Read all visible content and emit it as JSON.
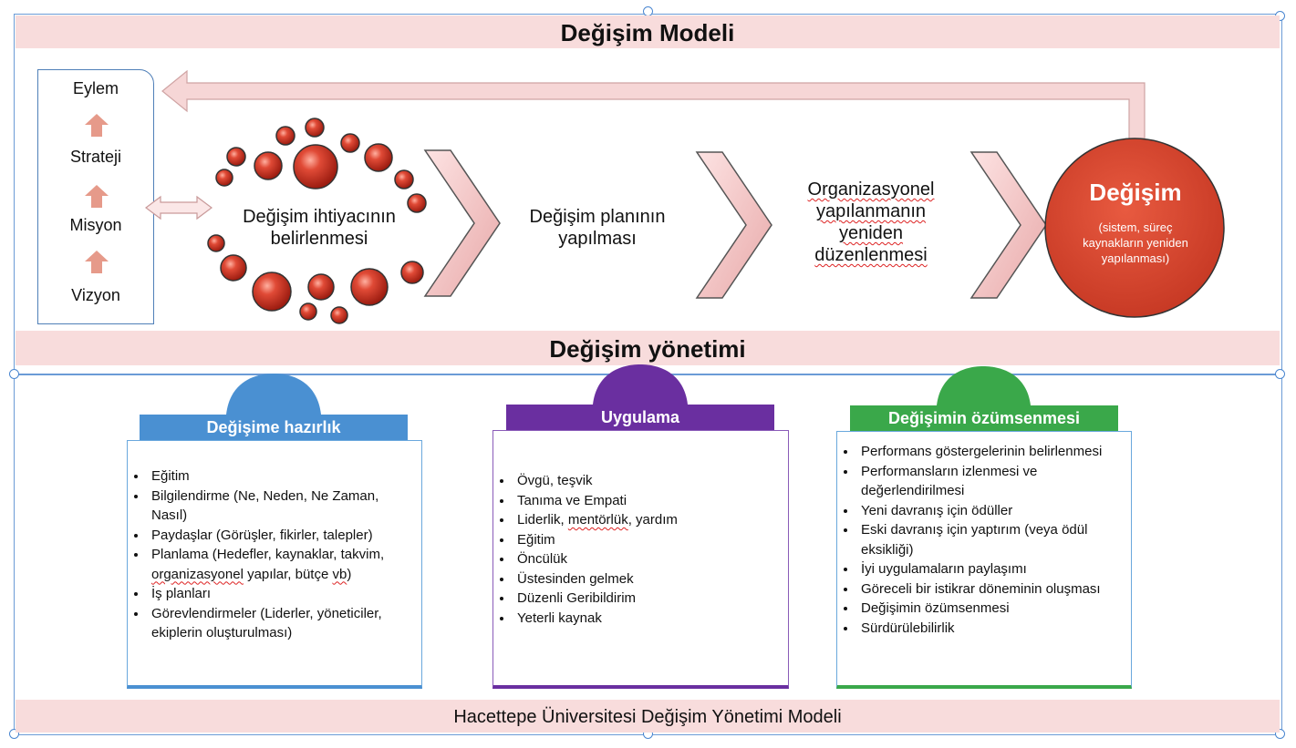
{
  "model_title": "Değişim Modeli",
  "ladder": {
    "items": [
      "Eylem",
      "Strateji",
      "Misyon",
      "Vizyon"
    ]
  },
  "stages": {
    "need": "Değişim ihtiyacının belirlenmesi",
    "plan": "Değişim planının yapılması",
    "restructure": "Organizasyonel yapılanmanın yeniden düzenlenmesi"
  },
  "change_circle": {
    "title": "Değişim",
    "subtitle": "(sistem, süreç kaynakların yeniden yapılanması)"
  },
  "management_title": "Değişim yönetimi",
  "cards": {
    "readiness": {
      "header": "Değişime hazırlık",
      "color": "#4a90d2",
      "items": [
        "Eğitim",
        "Bilgilendirme (Ne, Neden, Ne Zaman, Nasıl)",
        "Paydaşlar (Görüşler, fikirler, talepler)",
        "Planlama (Hedefler, kaynaklar, takvim, organizasyonel yapılar, bütçe vb)",
        "İş planları",
        "Görevlendirmeler (Liderler, yöneticiler, ekiplerin oluşturulması)"
      ]
    },
    "implementation": {
      "header": "Uygulama",
      "color": "#6a2fa0",
      "items": [
        "Övgü, teşvik",
        "Tanıma ve Empati",
        "Liderlik, mentörlük, yardım",
        "Eğitim",
        "Öncülük",
        "Üstesinden gelmek",
        "Düzenli Geribildirim",
        "Yeterli kaynak"
      ]
    },
    "internalization": {
      "header": "Değişimin özümsenmesi",
      "color": "#3aa84a",
      "items": [
        "Performans göstergelerinin belirlenmesi",
        "Performansların izlenmesi ve değerlendirilmesi",
        "Yeni davranış için ödüller",
        "Eski davranış için yaptırım (veya ödül eksikliği)",
        "İyi uygulamaların paylaşımı",
        "Göreceli bir istikrar döneminin oluşması",
        "Değişimin özümsenmesi",
        "Sürdürülebilirlik"
      ]
    }
  },
  "footer": "Hacettepe Üniversitesi Değişim Yönetimi Modeli",
  "colors": {
    "band": "#f8dcdc",
    "accent_red": "#d9402a",
    "chevron": "#f2c6c6"
  }
}
